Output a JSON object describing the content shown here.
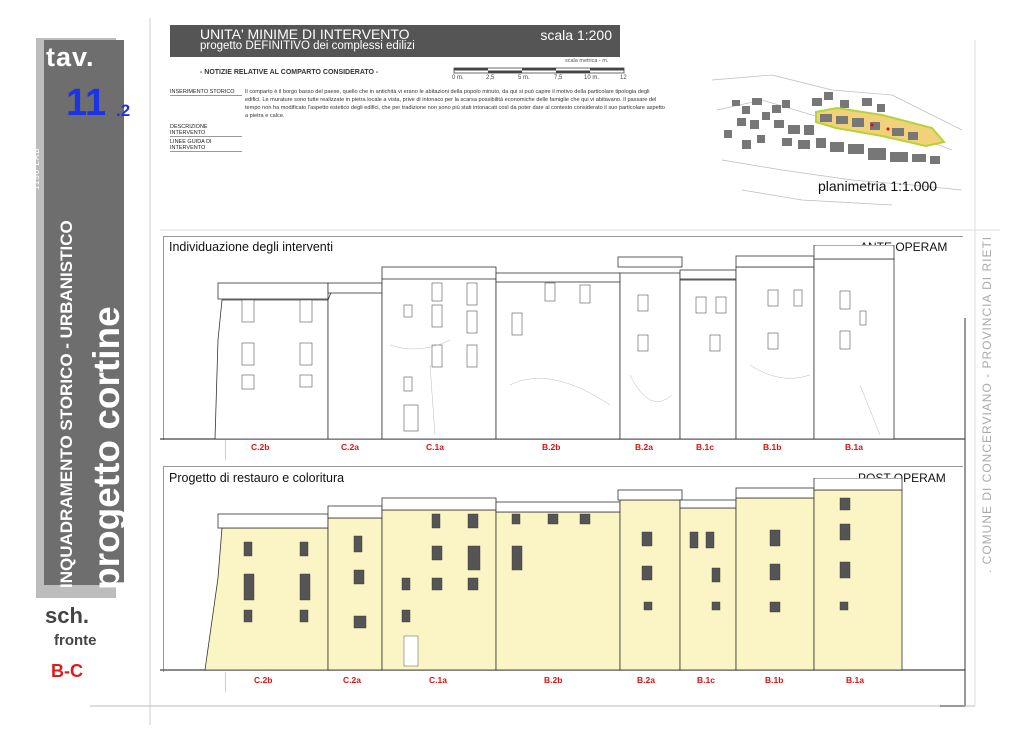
{
  "tav": {
    "label": "tav.",
    "number": "11",
    "sub": ".2"
  },
  "side": {
    "lab": "1150 LAB",
    "subtitle": "INQUADRAMENTO STORICO - URBANISTICO",
    "main": "progetto cortine",
    "sch": "sch.",
    "fronte": "fronte",
    "code": "B-C"
  },
  "header": {
    "title": "UNITA' MINIME DI INTERVENTO",
    "subtitle": "progetto DEFINITIVO dei complessi edilizi",
    "scale": "scala 1:200"
  },
  "notizie": "- NOTIZIE RELATIVE AL COMPARTO CONSIDERATO -",
  "fields": {
    "inserimento": "INSERIMENTO STORICO",
    "descrizione": "DESCRIZIONE INTERVENTO",
    "linee": "LINEE GUIDA DI INTERVENTO"
  },
  "description": "Il comparto è il borgo basso del paese, quello che in antichità vi erano le abitazioni della popolo minuto, da qui si può capire il motivo della particolare tipologia degli edifici. Le murature sono tutte realizzate in pietra locale a vista, prive di intonaco per la scarsa possibilità economiche delle famiglie che qui vi abitavano. Il passare del tempo non ha modificato l'aspetto estetico degli edifici, che per tradizione non sono più stati intonacati così da poter dare al contesto considerato il suo particolare aspetto a pietra e calce.",
  "scalebar": {
    "title": "scala metrica - m.",
    "ticks": [
      "0 m.",
      "2,5",
      "5 m.",
      "7,5",
      "10 m.",
      "12"
    ]
  },
  "planimetria": "planimetria 1:1.000",
  "right_vertical": ". COMUNE DI CONCERVIANO - PROVINCIA DI RIETI",
  "panels": {
    "ante": {
      "title": "Individuazione degli interventi",
      "tag": "ANTE OPERAM"
    },
    "post": {
      "title": "Progetto di restauro e coloritura",
      "tag": "POST OPERAM"
    }
  },
  "categories": [
    "C.2b",
    "C.2a",
    "C.1a",
    "B.2b",
    "B.2a",
    "B.1c",
    "B.1b",
    "B.1a"
  ],
  "colors": {
    "facade_post": "#fbf4c4",
    "label_red": "#dd1111",
    "tav_blue": "#1d33e6"
  }
}
